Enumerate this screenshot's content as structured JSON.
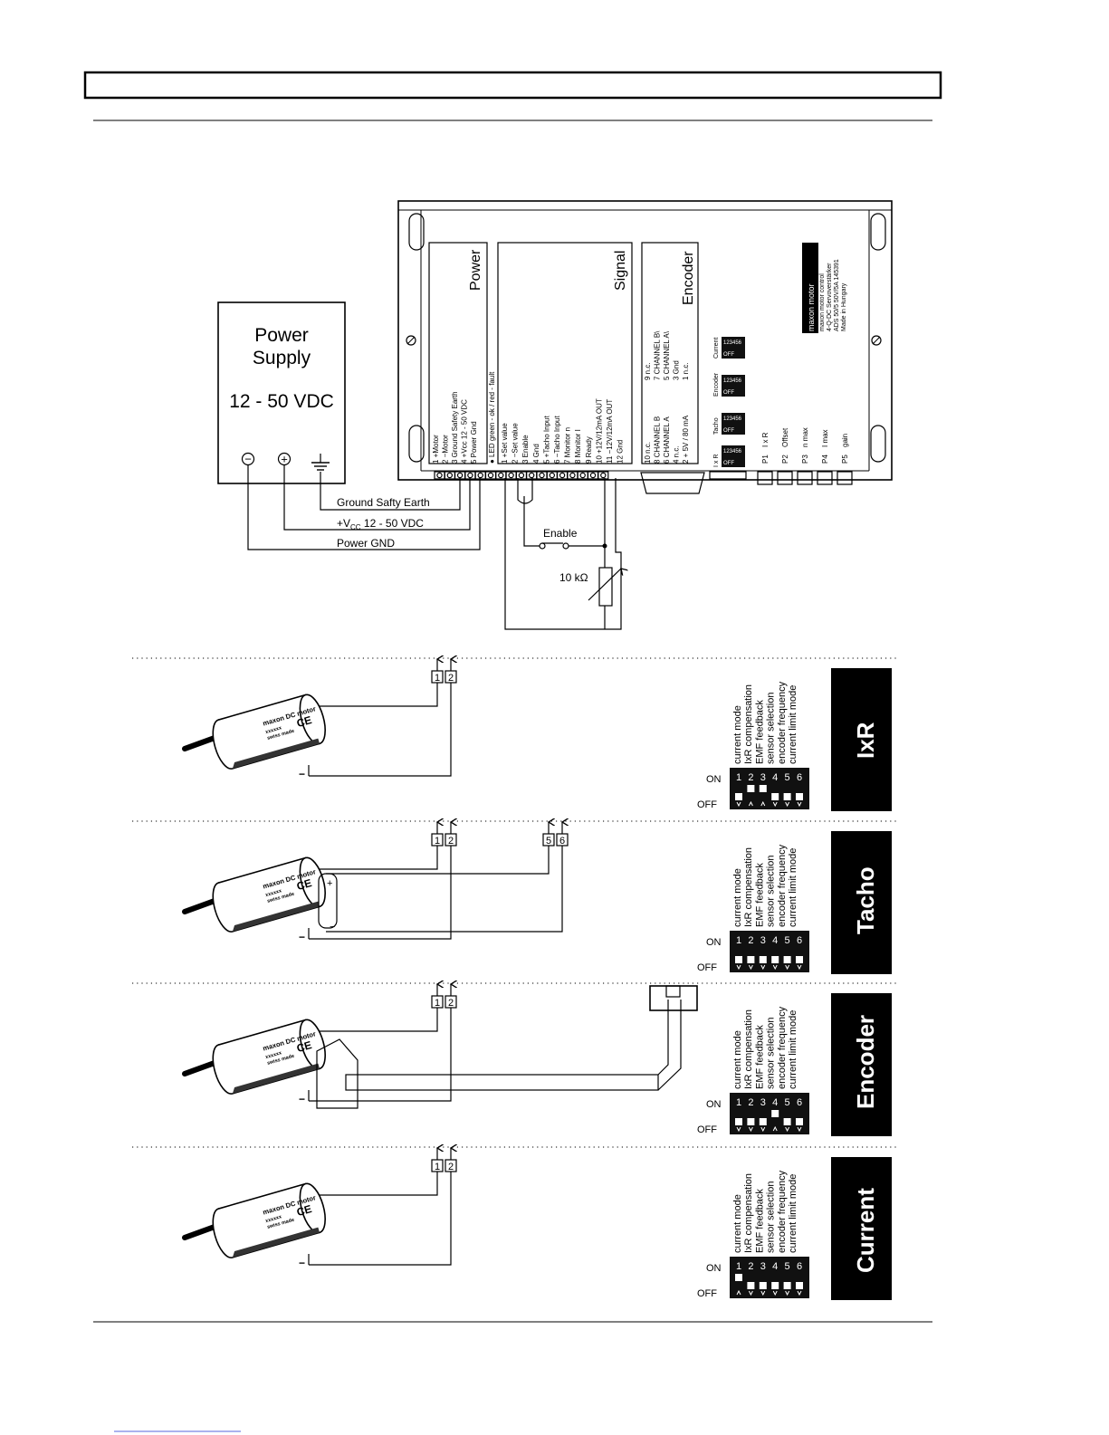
{
  "power_supply": {
    "title1": "Power",
    "title2": "Supply",
    "voltage": "12 - 50 VDC",
    "minus": "−",
    "plus": "+"
  },
  "wiring": {
    "ground": "Ground Safty Earth",
    "vcc_prefix": "+V",
    "vcc_sub": "CC",
    "vcc_suffix": " 12 - 50 VDC",
    "gnd": "Power GND",
    "enable": "Enable",
    "pot": "10 kΩ"
  },
  "controller": {
    "power_title": "Power",
    "power_pins": [
      "1  +Motor",
      "2  −Motor",
      "3  Ground Safety Earth",
      "4  +Vcc 12 - 50 VDC",
      "5  Power Gnd"
    ],
    "led_label": "●  LED  green - ok  /  red - fault",
    "signal_title": "Signal",
    "signal_pins": [
      "1  +Set value",
      "2  −Set value",
      "3  Enable",
      "4  Gnd",
      "5  +Tacho Input",
      "6  −Tacho Input",
      "7  Monitor n",
      "8  Monitor I",
      "9  Ready",
      "10  +12V/12mA OUT",
      "11  −12V/12mA OUT",
      "12  Gnd"
    ],
    "encoder_title": "Encoder",
    "encoder_left": [
      "10  n.c.",
      "8  CHANNEL B",
      "6  CHANNEL A",
      "4  n.c.",
      "2  + 5V / 80 mA"
    ],
    "encoder_right": [
      "9  n.c.",
      "7  CHANNEL B\\",
      "5  CHANNEL A\\",
      "3  Gnd",
      "1  n.c."
    ],
    "dip_labels": [
      "Current",
      "Encoder",
      "Tacho",
      "I x R"
    ],
    "dip_digits": "123456",
    "dip_off": "OFF",
    "pots": [
      {
        "id": "P1",
        "label": "I x R"
      },
      {
        "id": "P2",
        "label": "Offset"
      },
      {
        "id": "P3",
        "label": "n max"
      },
      {
        "id": "P4",
        "label": "I max"
      },
      {
        "id": "P5",
        "label": "gain"
      }
    ],
    "brand_label": [
      "maxon motor",
      "maxon motor control",
      "4-Q-DC    Servoverstärker",
      "ADS 50/5    50V/5A  145391",
      "Made in Hungary"
    ]
  },
  "modes": [
    {
      "name": "IxR",
      "pins": [
        "1",
        "2"
      ],
      "extra_pins": [],
      "switch_on": [
        false,
        true,
        true,
        false,
        false,
        false
      ]
    },
    {
      "name": "Tacho",
      "pins": [
        "1",
        "2"
      ],
      "extra_pins": [
        "5",
        "6"
      ],
      "switch_on": [
        false,
        false,
        false,
        false,
        false,
        false
      ]
    },
    {
      "name": "Encoder",
      "pins": [
        "1",
        "2"
      ],
      "extra_pins": [],
      "switch_on": [
        false,
        false,
        false,
        true,
        false,
        false
      ]
    },
    {
      "name": "Current",
      "pins": [
        "1",
        "2"
      ],
      "extra_pins": [],
      "switch_on": [
        true,
        false,
        false,
        false,
        false,
        false
      ]
    }
  ],
  "switch_functions": [
    "current mode",
    "IxR compensation",
    "EMF feedback",
    "sensor selection",
    "encoder frequency",
    "current limit mode"
  ],
  "switch_on_label": "ON",
  "switch_off_label": "OFF",
  "switch_numbers": [
    "1",
    "2",
    "3",
    "4",
    "5",
    "6"
  ],
  "motor_label": [
    "maxon DC motor",
    "xxxxxx",
    "swiss made"
  ],
  "ce_mark": "CE",
  "motor_plus": "+",
  "motor_minus": "−",
  "tacho_plus": "+",
  "tacho_minus": "−"
}
